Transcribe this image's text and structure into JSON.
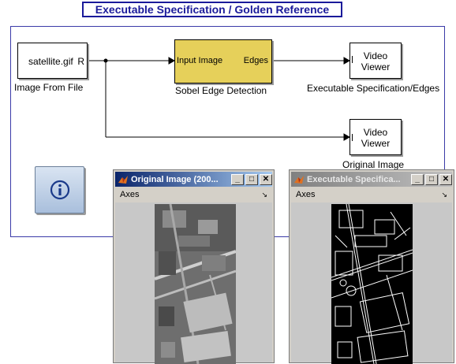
{
  "model": {
    "title": "Executable Specification / Golden Reference"
  },
  "blocks": {
    "image_from_file": {
      "label": "satellite.gif",
      "port": "R",
      "caption": "Image From File"
    },
    "sobel": {
      "in_port": "Input Image",
      "out_port": "Edges",
      "caption": "Sobel Edge Detection"
    },
    "viewer_edges": {
      "line1": "Video",
      "line2": "Viewer",
      "caption": "Executable Specification/Edges"
    },
    "viewer_original": {
      "line1": "Video",
      "line2": "Viewer",
      "caption": "Original Image"
    },
    "info": {
      "symbol": "i"
    }
  },
  "windows": [
    {
      "title": "Original Image (200...",
      "menu": "Axes",
      "state": "active"
    },
    {
      "title": "Executable Specifica...",
      "menu": "Axes",
      "state": "inactive"
    }
  ],
  "colors": {
    "title_blue": "#1a1a9a",
    "sobel_fill": "#e6d05a",
    "info_icon": "#1a3a8a"
  }
}
